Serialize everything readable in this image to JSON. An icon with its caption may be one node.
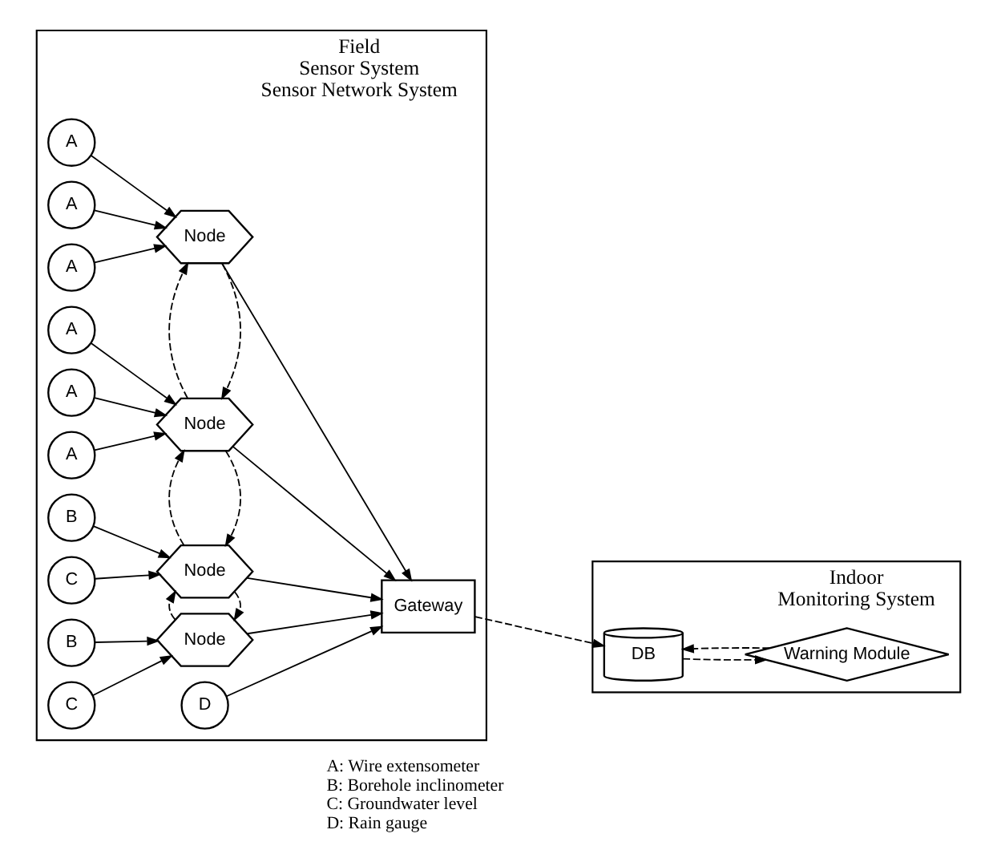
{
  "diagram": {
    "nodes": [
      {
        "text": [
          "Field",
          "Sensor System",
          "Sensor Network System"
        ]
      },
      {
        "text": [
          "A"
        ],
        "in": 0
      },
      {
        "text": [
          "A"
        ],
        "in": 0
      },
      {
        "text": [
          "A"
        ],
        "in": 0
      },
      {
        "text": [
          "Node"
        ],
        "in": 0
      },
      {
        "text": [
          "A"
        ],
        "in": 0
      },
      {
        "text": [
          "A"
        ],
        "in": 0
      },
      {
        "text": [
          "A"
        ],
        "in": 0
      },
      {
        "text": [
          "Node"
        ],
        "in": 0
      },
      {
        "text": [
          "B"
        ],
        "in": 0
      },
      {
        "text": [
          "C"
        ],
        "in": 0
      },
      {
        "text": [
          "Node"
        ],
        "in": 0
      },
      {
        "text": [
          "B"
        ],
        "in": 0
      },
      {
        "text": [
          "C"
        ],
        "in": 0
      },
      {
        "text": [
          "Node"
        ],
        "in": 0
      },
      {
        "text": [
          "D"
        ],
        "in": 0
      },
      {
        "text": [
          "Gateway"
        ],
        "in": 0
      },
      {
        "text": [
          "Indoor",
          "Monitoring System"
        ]
      },
      {
        "text": [
          "DB"
        ],
        "in": 17
      },
      {
        "text": [
          "Warning Module"
        ],
        "in": 17
      }
    ],
    "edges": [
      {
        "from": 1,
        "to": 4,
        "arrow": "to"
      },
      {
        "from": 2,
        "to": 4,
        "arrow": "to"
      },
      {
        "from": 3,
        "to": 4,
        "arrow": "to"
      },
      {
        "from": 4,
        "to": 8,
        "arrow": "to",
        "style": "dashed"
      },
      {
        "from": 8,
        "to": 4,
        "arrow": "to",
        "style": "dashed"
      },
      {
        "from": 5,
        "to": 8,
        "arrow": "to"
      },
      {
        "from": 6,
        "to": 8,
        "arrow": "to"
      },
      {
        "from": 7,
        "to": 8,
        "arrow": "to"
      },
      {
        "from": 8,
        "to": 11,
        "arrow": "to",
        "style": "dashed"
      },
      {
        "from": 11,
        "to": 8,
        "arrow": "to",
        "style": "dashed"
      },
      {
        "from": 9,
        "to": 11,
        "arrow": "to"
      },
      {
        "from": 10,
        "to": 11,
        "arrow": "to"
      },
      {
        "from": 11,
        "to": 14,
        "arrow": "to",
        "style": "dashed"
      },
      {
        "from": 14,
        "to": 11,
        "arrow": "to",
        "style": "dashed"
      },
      {
        "from": 12,
        "to": 14,
        "arrow": "to"
      },
      {
        "from": 13,
        "to": 14,
        "arrow": "to"
      },
      {
        "from": 4,
        "to": 16,
        "arrow": "to"
      },
      {
        "from": 8,
        "to": 16,
        "arrow": "to"
      },
      {
        "from": 11,
        "to": 16,
        "arrow": "to"
      },
      {
        "from": 14,
        "to": 16,
        "arrow": "to"
      },
      {
        "from": 15,
        "to": 16,
        "arrow": "to"
      },
      {
        "from": 16,
        "to": 18,
        "arrow": "to",
        "style": "dashed"
      },
      {
        "from": 18,
        "to": 19,
        "arrow": "to",
        "style": "dashed"
      },
      {
        "from": 19,
        "to": 18,
        "arrow": "to",
        "style": "dashed"
      }
    ],
    "labels": [
      "A: Wire extensometer",
      "B: Borehole inclinometer",
      "C: Groundwater level",
      "D: Rain gauge"
    ]
  }
}
